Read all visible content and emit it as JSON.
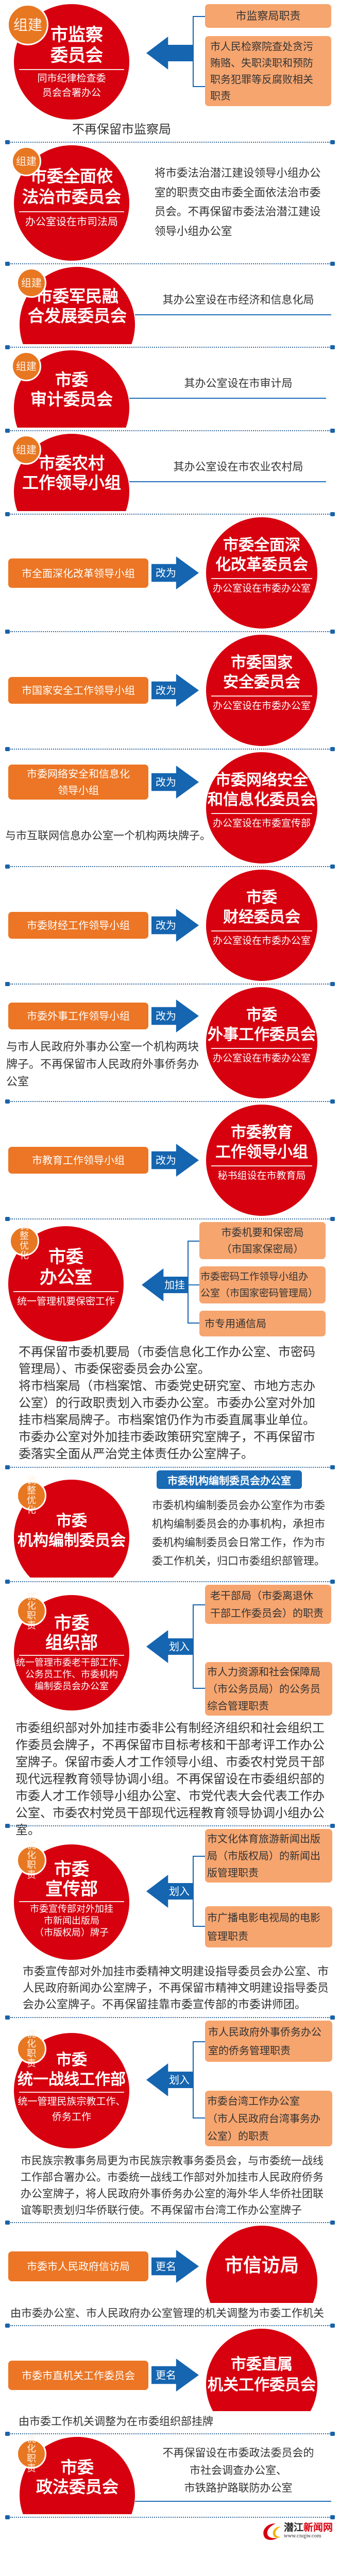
{
  "colors": {
    "red": "#d7000f",
    "badge": "#e87722",
    "orange_box": "#ec7625",
    "peach_box": "#f6a56f",
    "blue": "#1565b0"
  },
  "s0": {
    "badge": "组建",
    "title": [
      "市监察",
      "委员会"
    ],
    "sub": [
      "同市纪律检查委",
      "员会合署办公"
    ],
    "boxes": [
      [
        "市监察局职责"
      ],
      [
        "市人民检察院查处贪污",
        "贿赂、失职渎职和预防",
        "职务犯罪等反腐败相关",
        "职责"
      ]
    ],
    "note": "不再保留市监察局"
  },
  "s1": {
    "badge": "组建",
    "title": [
      "市委全面依",
      "法治市委员会"
    ],
    "sub": "办公室设在市司法局",
    "text": "将市委法治潜江建设领导小组办公室的职责交由市委全面依法治市委员会。不再保留市委法治潜江建设领导小组办公室"
  },
  "s2": {
    "badge": "组建",
    "title": [
      "市委军民融",
      "合发展委员会"
    ],
    "text": "其办公室设在市经济和信息化局"
  },
  "s3": {
    "badge": "组建",
    "title": [
      "市委",
      "审计委员会"
    ],
    "text": "其办公室设在市审计局"
  },
  "s4": {
    "badge": "组建",
    "title": [
      "市委农村",
      "工作领导小组"
    ],
    "text": "其办公室设在市农业农村局"
  },
  "s5": {
    "from": "市全面深化改革领导小组",
    "action": "改为",
    "title": [
      "市委全面深",
      "化改革委员会"
    ],
    "sub": "办公室设在市委办公室"
  },
  "s6": {
    "from": "市国家安全工作领导小组",
    "action": "改为",
    "title": [
      "市委国家",
      "安全委员会"
    ],
    "sub": "办公室设在市委办公室"
  },
  "s7": {
    "from": [
      "市委网络安全和信息化",
      "领导小组"
    ],
    "action": "改为",
    "title": [
      "市委网络安全",
      "和信息化委员会"
    ],
    "sub": "办公室设在市委宣传部",
    "note": "与市互联网信息办公室一个机构两块牌子。"
  },
  "s8": {
    "from": "市委财经工作领导小组",
    "action": "改为",
    "title": [
      "市委",
      "财经委员会"
    ],
    "sub": "办公室设在市委办公室"
  },
  "s9": {
    "from": "市委外事工作领导小组",
    "action": "改为",
    "title": [
      "市委",
      "外事工作委员会"
    ],
    "sub": "办公室设在市委办公室",
    "note": "与市人民政府外事办公室一个机构两块牌子。不再保留市人民政府外事侨务办公室"
  },
  "s10": {
    "from": "市教育工作领导小组",
    "action": "改为",
    "title": [
      "市委教育",
      "工作领导小组"
    ],
    "sub": "秘书组设在市教育局"
  },
  "s11": {
    "badge": "调整优化",
    "title": [
      "市委",
      "办公室"
    ],
    "sub": "统一管理机要保密工作",
    "action": "加挂",
    "boxes": [
      [
        "市委机要和保密局",
        "（市国家保密局）"
      ],
      [
        "市委密码工作领导小组办",
        "公室（市国家密码管理局）"
      ],
      [
        "市专用通信局"
      ]
    ],
    "paras": [
      "不再保留市委机要局（市委信息化工作办公室、市密码管理局）、市委保密委员会办公室。",
      "将市档案局（市档案馆、市委党史研究室、市地方志办公室）的行政职责划入市委办公室。市委办公室对外加挂市档案局牌子。市档案馆仍作为市委直属事业单位。市委办公室对外加挂市委政策研究室牌子，不再保留市委落实全面从严治党主体责任办公室牌子。"
    ]
  },
  "s12": {
    "badge": "调整优化",
    "title": [
      "市委",
      "机构编制委员会"
    ],
    "header": "市委机构编制委员会办公室",
    "text": "市委机构编制委员会办公室作为市委机构编制委员会的办事机构，承担市委机构编制委员会日常工作，作为市委工作机关，归口市委组织部管理。"
  },
  "s13": {
    "badge": "优化职责",
    "title": [
      "市委",
      "组织部"
    ],
    "sub": [
      "统一管理市委老干部工作、",
      "公务员工作、市委机构",
      "编制委员会办公室"
    ],
    "action": "划入",
    "boxes": [
      [
        "老干部局（市委离退休",
        "干部工作委员会）的职责"
      ],
      [
        "市人力资源和社会保障局",
        "（市公务员局）的公务员",
        "综合管理职责"
      ]
    ],
    "para": "市委组织部对外加挂市委非公有制经济组织和社会组织工作委员会牌子，不再保留市目标考核和干部考评工作办公室牌子。保留市委人才工作领导小组、市委农村党员干部现代远程教育领导协调小组。不再保留设在市委组织部的市委人才工作领导小组办公室、市党代表大会代表工作办公室、市委农村党员干部现代远程教育领导协调小组办公室。"
  },
  "s14": {
    "badge": "优化职责",
    "title": [
      "市委",
      "宣传部"
    ],
    "sub": [
      "市委宣传部对外加挂",
      "市新闻出版局",
      "（市版权局）牌子"
    ],
    "action": "划入",
    "boxes": [
      [
        "市文化体育旅游新闻出版",
        "局（市版权局）的新闻出",
        "版管理职责"
      ],
      [
        "市广播电影电视局的电影",
        "管理职责"
      ]
    ],
    "para": "市委宣传部对外加挂市委精神文明建设指导委员会办公室、市人民政府新闻办公室牌子，不再保留市精神文明建设指导委员会办公室牌子。不再保留挂靠市委宣传部的市委讲师团。"
  },
  "s15": {
    "badge": "优化职责",
    "title": [
      "市委",
      "统一战线工作部"
    ],
    "sub": [
      "统一管理民族宗教工作、",
      "侨务工作"
    ],
    "action": "划入",
    "boxes": [
      [
        "市人民政府外事侨务办公",
        "室的侨务管理职责"
      ],
      [
        "市委台湾工作办公室",
        "（市人民政府台湾事务办",
        "公室）的职责"
      ]
    ],
    "para": "市民族宗教事务局更为市民族宗教事务委员会，与市委统一战线工作部合署办公。市委统一战线工作部对外加挂市人民政府侨务办公室牌子，将人民政府外事侨务办公室的海外华人华侨社团联谊等职责划归华侨联行使。不再保留市台湾工作办公室牌子"
  },
  "s16": {
    "from": "市委市人民政府信访局",
    "action": "更名",
    "title": "市信访局",
    "note": "由市委办公室、市人民政府办公室管理的机关调整为市委工作机关"
  },
  "s17": {
    "from": "市委市直机关工作委员会",
    "action": "更名",
    "title": [
      "市委直属",
      "机关工作委员会"
    ],
    "note": "由市委工作机关调整为在市委组织部挂牌"
  },
  "s18": {
    "badge": "优化职责",
    "title": [
      "市委",
      "政法委员会"
    ],
    "text": [
      "不再保留设在市委政法委员会的",
      "市社会调查办公室、",
      "市铁路护路联防办公室"
    ]
  },
  "logo": {
    "name_a": "潜江",
    "name_b": "新闻网",
    "url": "www.cnqjw.com"
  }
}
